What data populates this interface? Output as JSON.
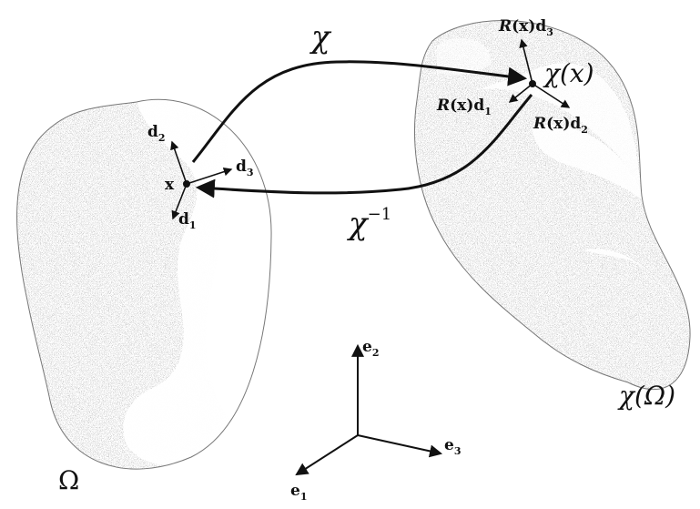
{
  "labels": {
    "chi_top": "χ",
    "chi_inv_base": "χ",
    "chi_inv_sup": "−1",
    "omega": "Ω",
    "chi_omega": "χ(Ω)",
    "chi_x": "χ(x)",
    "x": "x",
    "d1": "d",
    "d1_sub": "1",
    "d2": "d",
    "d2_sub": "2",
    "d3": "d",
    "d3_sub": "3",
    "Rd1_R": "R",
    "Rd1_rest": "(x)d",
    "Rd1_sub": "1",
    "Rd2_R": "R",
    "Rd2_rest": "(x)d",
    "Rd2_sub": "2",
    "Rd3_R": "R",
    "Rd3_rest": "(x)d",
    "Rd3_sub": "3",
    "e1": "e",
    "e1_sub": "1",
    "e2": "e",
    "e2_sub": "2",
    "e3": "e",
    "e3_sub": "3"
  },
  "colors": {
    "stroke": "#111111",
    "outline": "#777777",
    "stipple_dark": "#8f8f8f",
    "stipple_light": "#c4c4c4"
  }
}
